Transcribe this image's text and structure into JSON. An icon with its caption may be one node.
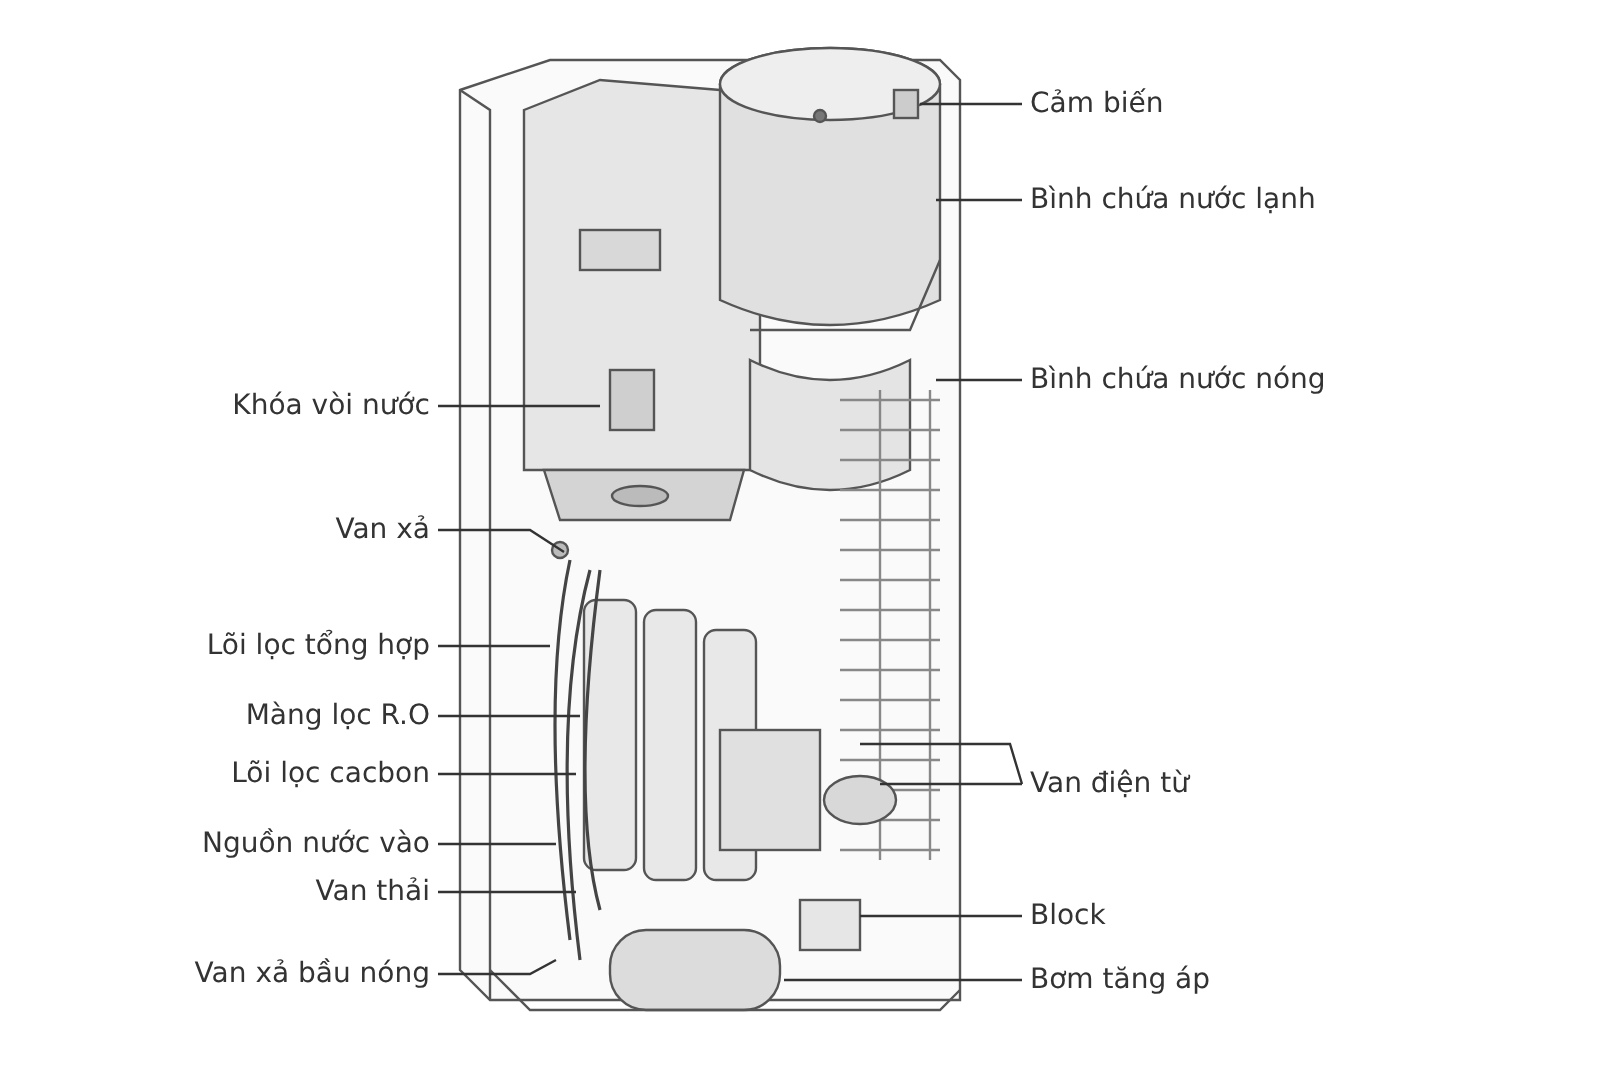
{
  "diagram": {
    "nodes": [
      {
        "text": [
          "Cảm biến"
        ]
      },
      {
        "text": [
          "Bình chứa nước lạnh"
        ]
      },
      {
        "text": [
          "Khóa vòi nước"
        ]
      },
      {
        "text": [
          "Bình chứa nước nóng"
        ]
      },
      {
        "text": [
          "Van xả"
        ]
      },
      {
        "text": [
          "Lõi lọc tổng hợp"
        ]
      },
      {
        "text": [
          "Màng lọc R.O"
        ]
      },
      {
        "text": [
          "Van điện từ"
        ]
      },
      {
        "text": [
          "Lõi lọc cacbon"
        ]
      },
      {
        "text": [
          "Nguồn nước vào"
        ]
      },
      {
        "text": [
          "Van thải"
        ]
      },
      {
        "text": [
          "Block"
        ]
      },
      {
        "text": [
          "Van xả bầu nóng"
        ]
      },
      {
        "text": [
          "Bơm tăng áp"
        ]
      }
    ],
    "edges": [
      {
        "from": 0,
        "to": null,
        "arrow": "none"
      },
      {
        "from": 1,
        "to": null,
        "arrow": "none"
      },
      {
        "from": 2,
        "to": null,
        "arrow": "none"
      },
      {
        "from": 3,
        "to": null,
        "arrow": "none"
      },
      {
        "from": 4,
        "to": null,
        "arrow": "none"
      },
      {
        "from": 5,
        "to": null,
        "arrow": "none"
      },
      {
        "from": 6,
        "to": null,
        "arrow": "none"
      },
      {
        "from": 7,
        "to": null,
        "arrow": "none"
      },
      {
        "from": 7,
        "to": null,
        "arrow": "none"
      },
      {
        "from": 8,
        "to": null,
        "arrow": "none"
      },
      {
        "from": 9,
        "to": null,
        "arrow": "none"
      },
      {
        "from": 10,
        "to": null,
        "arrow": "none"
      },
      {
        "from": 11,
        "to": null,
        "arrow": "none"
      },
      {
        "from": 12,
        "to": null,
        "arrow": "none"
      },
      {
        "from": 13,
        "to": null,
        "arrow": "none"
      }
    ]
  }
}
